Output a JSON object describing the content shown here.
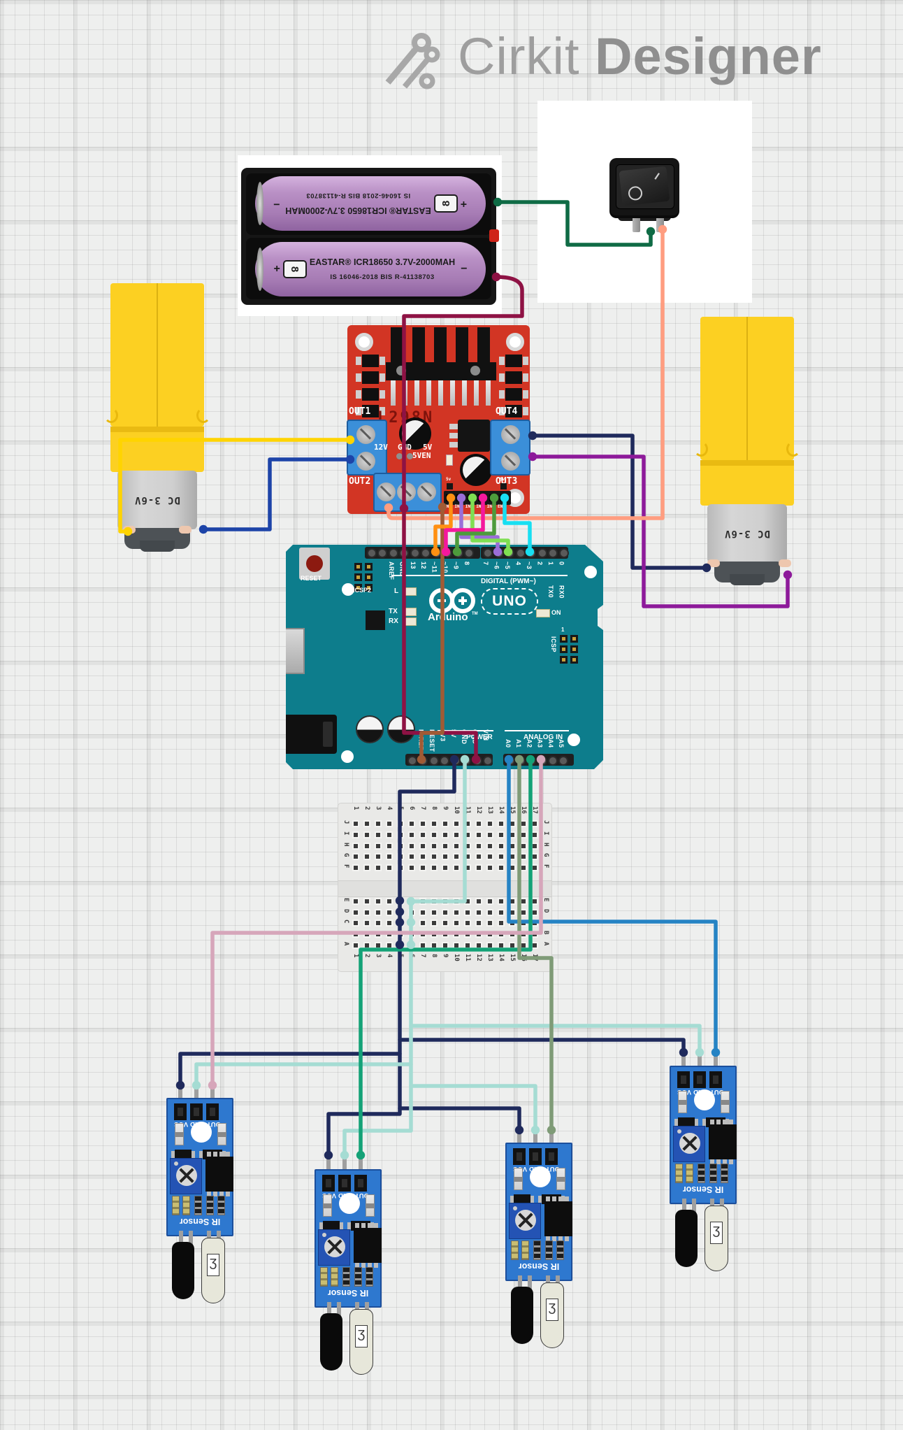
{
  "app": {
    "logo_primary": "Cirkit",
    "logo_secondary": "Designer"
  },
  "battery": {
    "line1": "EASTAR® ICR18650 3.7V-2000MAH",
    "line2": "IS 16046-2018 BIS R-41138703",
    "plus": "+",
    "minus": "−",
    "logo_glyph": "8"
  },
  "switch": {
    "off_label": "O",
    "on_label": "I"
  },
  "motor": {
    "label": "DC 3-6V"
  },
  "l298n": {
    "chip_label": "L298N",
    "out1": "OUT1",
    "out2": "OUT2",
    "out3": "OUT3",
    "out4": "OUT4",
    "pwr_labels": [
      "12V",
      "GND",
      "5V"
    ],
    "en_label": "5VEN",
    "aux_pin_label": "5v",
    "header_labels": [
      "ENA",
      "IN1",
      "IN2",
      "IN3",
      "IN4",
      "ENB"
    ]
  },
  "arduino": {
    "reset": "RESET",
    "icsp2": "ICSP2",
    "icsp": "ICSP",
    "pin1": "1",
    "led_l": "L",
    "led_tx": "TX",
    "led_rx": "RX",
    "on": "ON",
    "brand": "Arduino",
    "tm": "TM",
    "model": "UNO",
    "digital_caption": "DIGITAL (PWM~)",
    "power_caption": "POWER",
    "analog_caption": "ANALOG IN",
    "digital_row1": [
      "AREF",
      "GND",
      "13",
      "12",
      "~11",
      "~10",
      "~9",
      "8"
    ],
    "digital_row2": [
      "7",
      "~6",
      "~5",
      "4",
      "~3",
      "2",
      "1",
      "0"
    ],
    "tx0": "TX0",
    "rx0": "RX0",
    "power_pins": [
      "IOREF",
      "RESET",
      "3V3",
      "5V",
      "GND",
      "GND",
      "VIN"
    ],
    "analog_pins": [
      "A0",
      "A1",
      "A2",
      "A3",
      "A4",
      "A5"
    ]
  },
  "breadboard": {
    "columns": [
      "1",
      "2",
      "3",
      "4",
      "5",
      "6",
      "7",
      "8",
      "9",
      "10",
      "11",
      "12",
      "13",
      "14",
      "15",
      "16",
      "17"
    ],
    "rows_top": [
      "J",
      "I",
      "H",
      "G",
      "F"
    ],
    "rows_bottom": [
      "E",
      "D",
      "C",
      "B",
      "A"
    ]
  },
  "ir_sensor": {
    "pins": [
      "VCC",
      "GND",
      "OUT"
    ],
    "label": "IR Sensor"
  },
  "colors": {
    "yellow": "#ffd400",
    "mblue": "#1d44a8",
    "navy": "#1f2a5c",
    "rmpurple": "#8d1a9a",
    "green": "#0f6b45",
    "salmon": "#ff9d80",
    "maroon": "#8e1244",
    "brown": "#a05b35",
    "orange": "#ff9012",
    "violet": "#9a6ed8",
    "lime": "#7fdf52",
    "magenta": "#f5189d",
    "dgreen": "#4d9b3c",
    "cyan": "#18dff2",
    "steel": "#2583c4",
    "plteal": "#a5dcd3",
    "emerald": "#14a277",
    "sage": "#7f9b77",
    "pink": "#d6a6ba",
    "board_red": "#d23524",
    "board_teal": "#0d7d8c",
    "sensor_blue": "#2e78cf",
    "motor_yellow": "#fcd022",
    "battery_purple": "#b990c5"
  },
  "connections": [
    {
      "from": "Battery +",
      "to": "Rocker switch",
      "wire": "green"
    },
    {
      "from": "Rocker switch",
      "to": "L298N 12V",
      "wire": "salmon"
    },
    {
      "from": "Battery −",
      "to": "L298N GND",
      "wire": "maroon"
    },
    {
      "from": "L298N GND",
      "to": "Arduino GND",
      "wire": "maroon"
    },
    {
      "from": "L298N 5V",
      "to": "Arduino IOREF",
      "wire": "brown"
    },
    {
      "from": "L298N OUT1",
      "to": "Left motor",
      "wire": "yellow"
    },
    {
      "from": "L298N OUT2",
      "to": "Left motor",
      "wire": "mblue"
    },
    {
      "from": "L298N OUT4",
      "to": "Right motor",
      "wire": "navy"
    },
    {
      "from": "L298N OUT3",
      "to": "Right motor",
      "wire": "rmpurple"
    },
    {
      "from": "L298N ENA",
      "to": "Arduino ~11",
      "wire": "orange"
    },
    {
      "from": "L298N IN1",
      "to": "Arduino ~6",
      "wire": "violet"
    },
    {
      "from": "L298N IN2",
      "to": "Arduino ~5",
      "wire": "lime"
    },
    {
      "from": "L298N IN3",
      "to": "Arduino ~10",
      "wire": "magenta"
    },
    {
      "from": "L298N IN4",
      "to": "Arduino ~9",
      "wire": "dgreen"
    },
    {
      "from": "L298N ENB",
      "to": "Arduino ~3",
      "wire": "cyan"
    },
    {
      "from": "Arduino 5V",
      "to": "IR sensors VCC via breadboard",
      "wire": "navy"
    },
    {
      "from": "Arduino GND",
      "to": "IR sensors GND via breadboard",
      "wire": "plteal"
    },
    {
      "from": "Arduino A0",
      "to": "IR sensor 4 OUT",
      "wire": "steel"
    },
    {
      "from": "Arduino A1",
      "to": "IR sensor 3 OUT",
      "wire": "sage"
    },
    {
      "from": "Arduino A2",
      "to": "IR sensor 2 OUT",
      "wire": "emerald"
    },
    {
      "from": "Arduino A3",
      "to": "IR sensor 1 OUT",
      "wire": "pink"
    }
  ]
}
